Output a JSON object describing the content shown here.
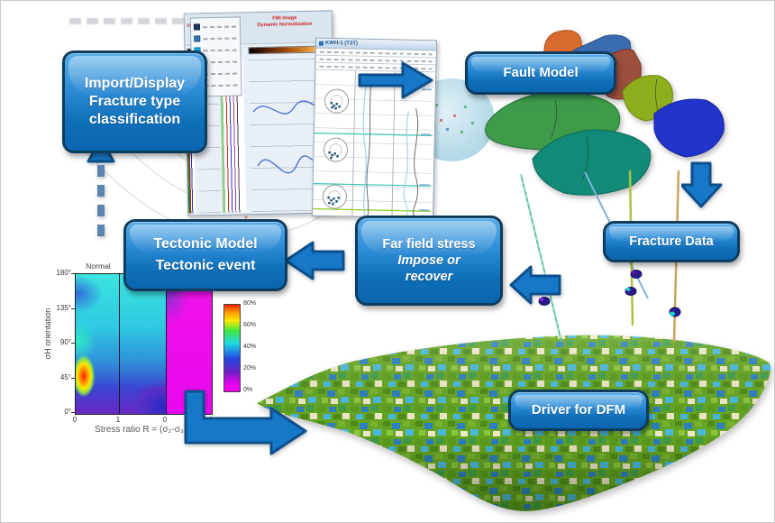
{
  "slide": {
    "bg": "#ffffff",
    "border_color": "#c9c9c9"
  },
  "accent": {
    "box_fill_top": "#58ace9",
    "box_fill_bottom": "#0b65ae",
    "box_border": "#0e3c5e",
    "arrow_fill": "#1878c8",
    "arrow_border": "#0d4f8b",
    "dashed_arrow_color": "#5b84b1"
  },
  "boxes": {
    "import_display": {
      "line1": "Import/Display",
      "line2": "Fracture type",
      "line3": "classification"
    },
    "fault_model": {
      "label": "Fault Model"
    },
    "fracture_data": {
      "label": "Fracture Data"
    },
    "far_field_stress": {
      "line1": "Far field stress",
      "line2": "Impose or",
      "line3": "recover"
    },
    "tectonic_model": {
      "line1": "Tectonic Model",
      "line2": "Tectonic event"
    },
    "driver_dfm": {
      "label": "Driver for DFM"
    }
  },
  "fmi_window": {
    "header_line1": "FMI Image",
    "header_line2": "Dynamic Normalization",
    "legend_swatches": [
      "#1f3864",
      "#2e75b6",
      "#00b0f0",
      "#1e8a6e",
      "#00b050",
      "#ff00ff"
    ]
  },
  "kwh_window": {
    "title": "KWH-1 (T3T)"
  },
  "chart_data": {
    "type": "heatmap",
    "title": "",
    "regime_label": "Normal",
    "xlabel": "Stress ratio R = (σ₂-σ₃)/(σ₁",
    "ylabel": "σH orientation",
    "x_ticks": [
      "0",
      "1",
      "0",
      "1"
    ],
    "y_ticks": [
      "180°",
      "135°",
      "90°",
      "45°",
      "0°"
    ],
    "colorbar_ticks": [
      "80%",
      "60%",
      "40%",
      "20%",
      "0%"
    ],
    "colorbar_colors_top_to_bottom": [
      "#ff2000",
      "#ff9000",
      "#ffe800",
      "#40e840",
      "#20d8e8",
      "#2048e0",
      "#7020c8",
      "#f000f0"
    ],
    "values_percent_approx": {
      "note": "x axis spans regime panels ticked 0,1,0,1; left panels cyan-blue (~30-60%), red-yellow hotspot ~85% near 45° at low R, right panel magenta ~0-5%",
      "rows_y_deg": [
        180,
        135,
        90,
        45,
        0
      ],
      "grid": [
        [
          55,
          58,
          52,
          45,
          30,
          5,
          2
        ],
        [
          62,
          60,
          48,
          35,
          22,
          4,
          2
        ],
        [
          55,
          50,
          42,
          30,
          12,
          3,
          2
        ],
        [
          85,
          55,
          32,
          20,
          8,
          3,
          2
        ],
        [
          48,
          42,
          28,
          14,
          6,
          3,
          2
        ]
      ]
    }
  }
}
